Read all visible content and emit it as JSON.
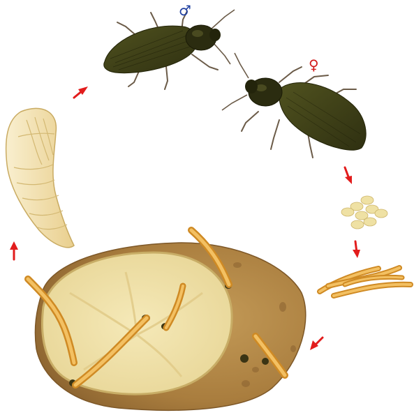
{
  "diagram": {
    "stages": [
      "adult-male",
      "adult-female",
      "eggs",
      "larvae",
      "infested-potato",
      "pupa"
    ],
    "symbols": {
      "male": "♂",
      "female": "♀"
    },
    "colors": {
      "male_symbol": "#1f3fa0",
      "female_symbol": "#d21a1a",
      "arrow": "#e21c1c",
      "beetle_body": "#3e3f1b",
      "beetle_thorax": "#2b2c10",
      "potato_skin": "#b78a48",
      "potato_flesh": "#efe0a6",
      "larva": "#e7a33a",
      "egg": "#efe1a4",
      "pupa": "#f4e3b4"
    }
  }
}
